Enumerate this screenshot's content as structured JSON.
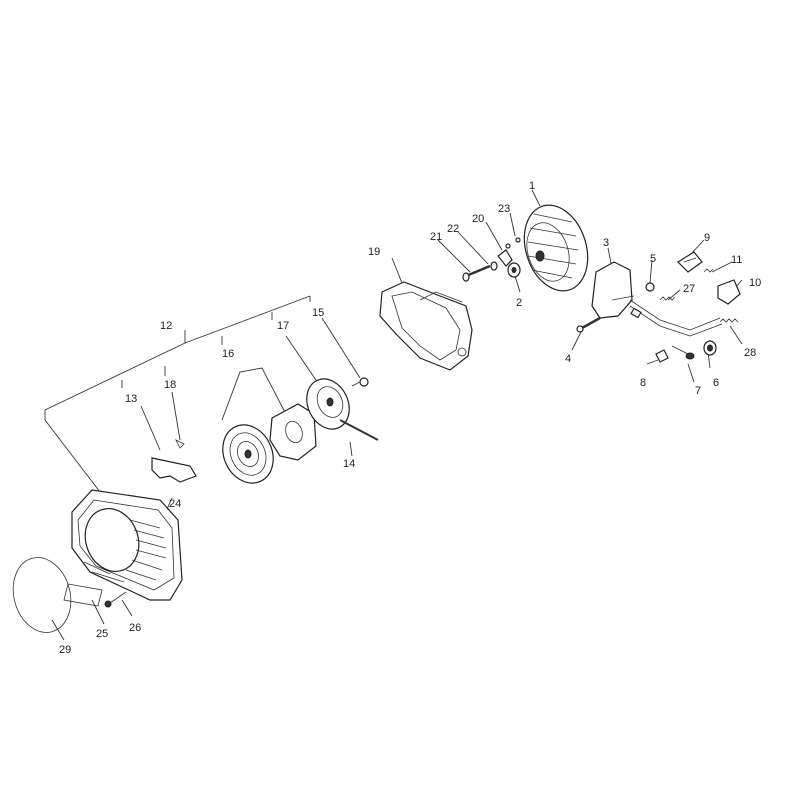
{
  "diagram": {
    "type": "exploded-parts-diagram",
    "callouts": [
      "1",
      "2",
      "3",
      "4",
      "5",
      "6",
      "7",
      "8",
      "9",
      "10",
      "11",
      "12",
      "13",
      "14",
      "15",
      "16",
      "17",
      "18",
      "19",
      "20",
      "21",
      "22",
      "23",
      "24",
      "25",
      "26",
      "27",
      "28",
      "29"
    ]
  }
}
